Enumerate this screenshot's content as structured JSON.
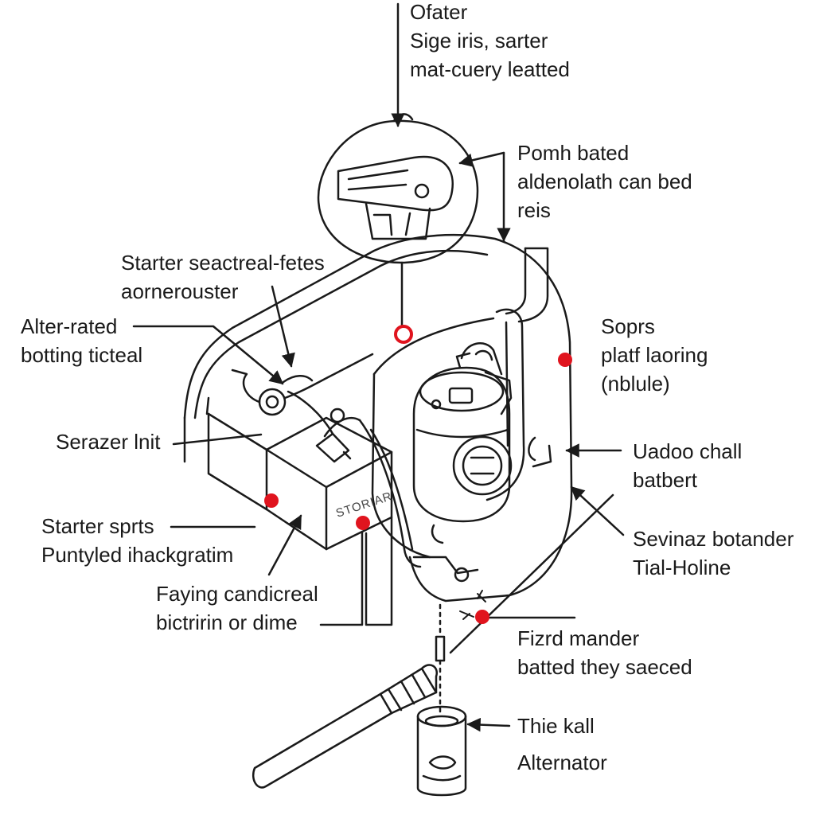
{
  "diagram": {
    "box_stencil": "STORIAR",
    "labels": [
      {
        "id": "top",
        "lines": [
          "Ofater",
          "Sige iris, sarter",
          "mat-cuery leatted"
        ]
      },
      {
        "id": "pomh",
        "lines": [
          "Pomh bated",
          "aldenolath can bed",
          "reis"
        ]
      },
      {
        "id": "starter-seac",
        "lines": [
          "Starter seactreal-fetes",
          "aornerouster"
        ]
      },
      {
        "id": "alter-rated",
        "lines": [
          "Alter-rated",
          "botting ticteal"
        ]
      },
      {
        "id": "sopr",
        "lines": [
          "Soprs",
          "platf laoring",
          "(nblule)"
        ]
      },
      {
        "id": "serazer",
        "lines": [
          "Serazer lnit"
        ]
      },
      {
        "id": "uadoo",
        "lines": [
          "Uadoo chall",
          "batbert"
        ]
      },
      {
        "id": "starter-sprts",
        "lines": [
          "Starter sprts",
          "Puntyled ihackgratim"
        ]
      },
      {
        "id": "sevinaz",
        "lines": [
          "Sevinaz botander",
          "Tial-Holine"
        ]
      },
      {
        "id": "faying",
        "lines": [
          "Faying candicreal",
          "bictririn or dime"
        ]
      },
      {
        "id": "fizrd",
        "lines": [
          "Fizrd mander",
          "batted they saeced"
        ]
      },
      {
        "id": "thie",
        "lines": [
          "Thie kall"
        ]
      },
      {
        "id": "alternator",
        "lines": [
          "Alternator"
        ]
      }
    ]
  },
  "colors": {
    "ink": "#1a1a1a",
    "marker": "#e0141e"
  }
}
